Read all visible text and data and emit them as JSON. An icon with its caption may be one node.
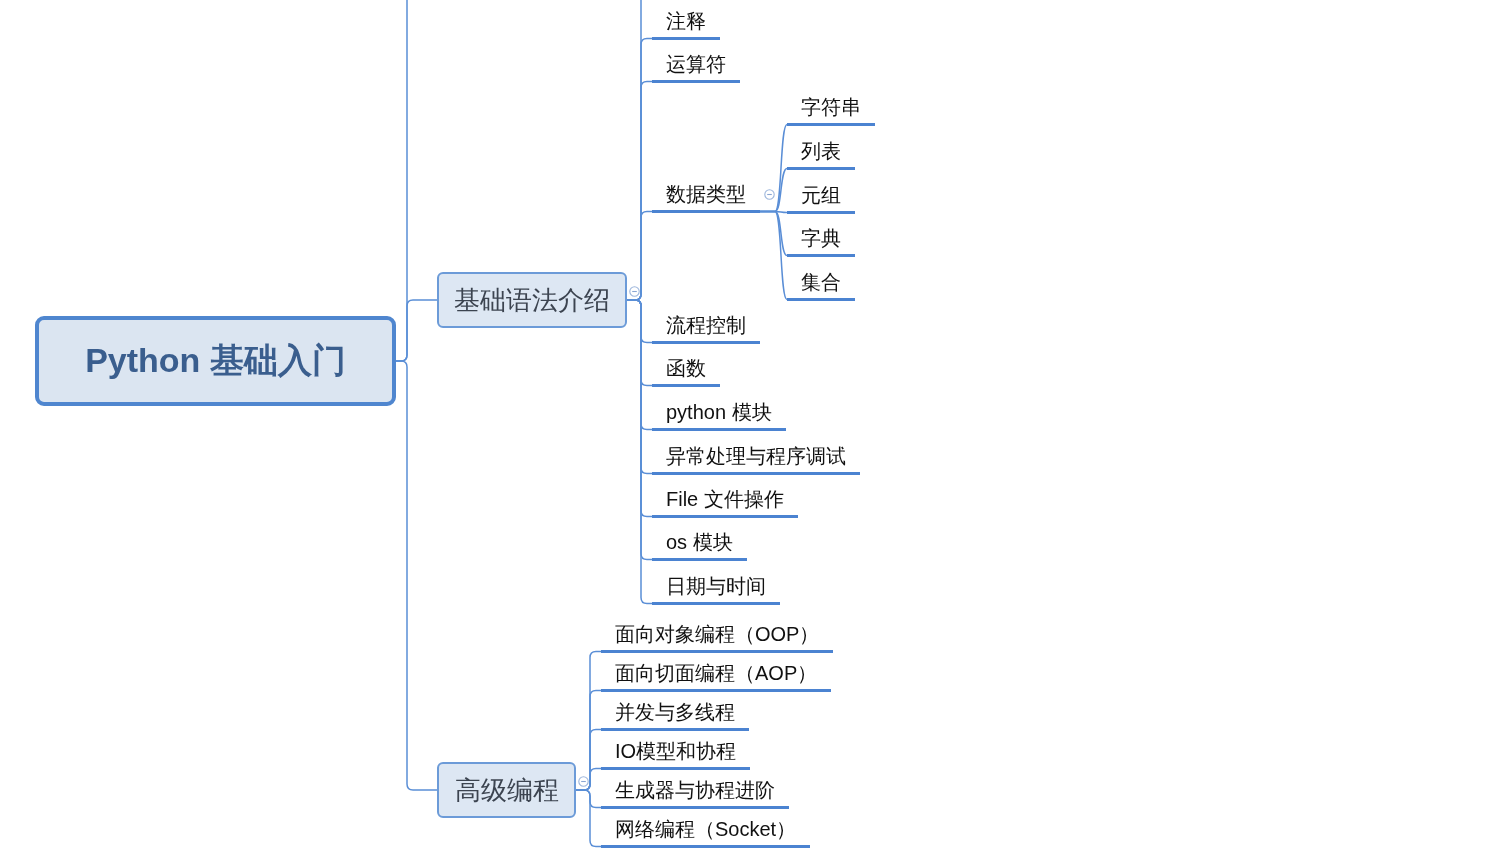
{
  "diagram": {
    "nodes": [
      {
        "text": [
          "Python 基础入门"
        ]
      },
      {
        "text": [
          "基础语法介绍"
        ]
      },
      {
        "text": [
          "注释"
        ]
      },
      {
        "text": [
          "运算符"
        ]
      },
      {
        "text": [
          "数据类型"
        ]
      },
      {
        "text": [
          "字符串"
        ]
      },
      {
        "text": [
          "列表"
        ]
      },
      {
        "text": [
          "元组"
        ]
      },
      {
        "text": [
          "字典"
        ]
      },
      {
        "text": [
          "集合"
        ]
      },
      {
        "text": [
          "流程控制"
        ]
      },
      {
        "text": [
          "函数"
        ]
      },
      {
        "text": [
          "python 模块"
        ]
      },
      {
        "text": [
          "异常处理与程序调试"
        ]
      },
      {
        "text": [
          "File 文件操作"
        ]
      },
      {
        "text": [
          "os 模块"
        ]
      },
      {
        "text": [
          "日期与时间"
        ]
      },
      {
        "text": [
          "高级编程"
        ]
      },
      {
        "text": [
          "面向对象编程（OOP）"
        ]
      },
      {
        "text": [
          "面向切面编程（AOP）"
        ]
      },
      {
        "text": [
          "并发与多线程"
        ]
      },
      {
        "text": [
          "IO模型和协程"
        ]
      },
      {
        "text": [
          "生成器与协程进阶"
        ]
      },
      {
        "text": [
          "网络编程（Socket）"
        ]
      }
    ],
    "edges": [
      {
        "from": 0,
        "to": null,
        "arrow": "none"
      },
      {
        "from": 0,
        "to": 1,
        "arrow": "none"
      },
      {
        "from": 0,
        "to": 17,
        "arrow": "none"
      },
      {
        "from": 1,
        "to": null,
        "arrow": "none"
      },
      {
        "from": 1,
        "to": 2,
        "arrow": "none"
      },
      {
        "from": 1,
        "to": 3,
        "arrow": "none"
      },
      {
        "from": 1,
        "to": 4,
        "arrow": "none"
      },
      {
        "from": 4,
        "to": 5,
        "arrow": "none"
      },
      {
        "from": 4,
        "to": 6,
        "arrow": "none"
      },
      {
        "from": 4,
        "to": 7,
        "arrow": "none"
      },
      {
        "from": 4,
        "to": 8,
        "arrow": "none"
      },
      {
        "from": 4,
        "to": 9,
        "arrow": "none"
      },
      {
        "from": 1,
        "to": 10,
        "arrow": "none"
      },
      {
        "from": 1,
        "to": 11,
        "arrow": "none"
      },
      {
        "from": 1,
        "to": 12,
        "arrow": "none"
      },
      {
        "from": 1,
        "to": 13,
        "arrow": "none"
      },
      {
        "from": 1,
        "to": 14,
        "arrow": "none"
      },
      {
        "from": 1,
        "to": 15,
        "arrow": "none"
      },
      {
        "from": 1,
        "to": 16,
        "arrow": "none"
      },
      {
        "from": 17,
        "to": 18,
        "arrow": "none"
      },
      {
        "from": 17,
        "to": 19,
        "arrow": "none"
      },
      {
        "from": 17,
        "to": 20,
        "arrow": "none"
      },
      {
        "from": 17,
        "to": 21,
        "arrow": "none"
      },
      {
        "from": 17,
        "to": 22,
        "arrow": "none"
      },
      {
        "from": 17,
        "to": 23,
        "arrow": "none"
      }
    ]
  }
}
